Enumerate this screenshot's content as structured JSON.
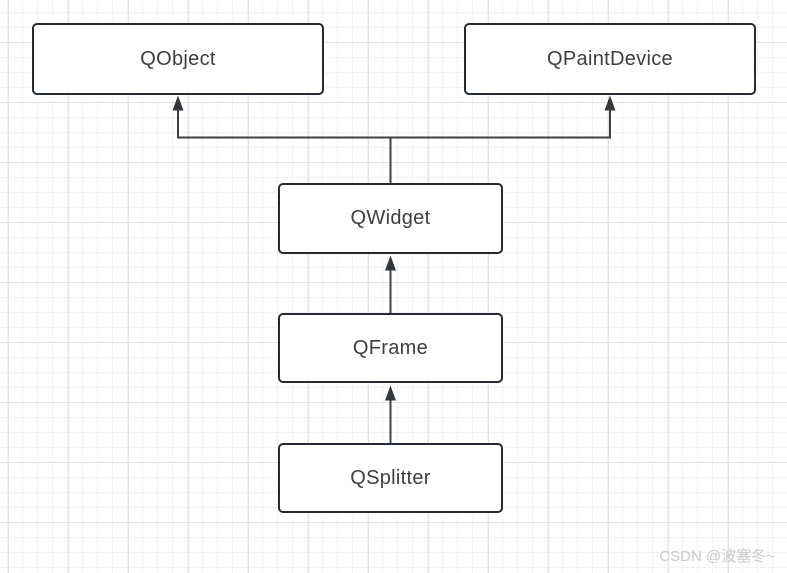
{
  "diagram": {
    "type": "class-inheritance-diagram",
    "nodes": [
      {
        "id": "qobject",
        "label": "QObject"
      },
      {
        "id": "qpaintdevice",
        "label": "QPaintDevice"
      },
      {
        "id": "qwidget",
        "label": "QWidget"
      },
      {
        "id": "qframe",
        "label": "QFrame"
      },
      {
        "id": "qsplitter",
        "label": "QSplitter"
      }
    ],
    "edges": [
      {
        "from": "qwidget",
        "to": "qobject",
        "style": "orthogonal-arrow"
      },
      {
        "from": "qwidget",
        "to": "qpaintdevice",
        "style": "orthogonal-arrow"
      },
      {
        "from": "qframe",
        "to": "qwidget",
        "style": "straight-arrow"
      },
      {
        "from": "qsplitter",
        "to": "qframe",
        "style": "straight-arrow"
      }
    ],
    "colors": {
      "node_border": "#242b35",
      "node_fill": "#ffffff",
      "edge": "#3d4144",
      "label": "#3e3e3e",
      "grid_minor": "#f3f3f4",
      "grid_major": "#e2e2e4",
      "watermark": "#c9c9c9"
    }
  },
  "watermark": {
    "text": "CSDN @波塞冬~"
  }
}
